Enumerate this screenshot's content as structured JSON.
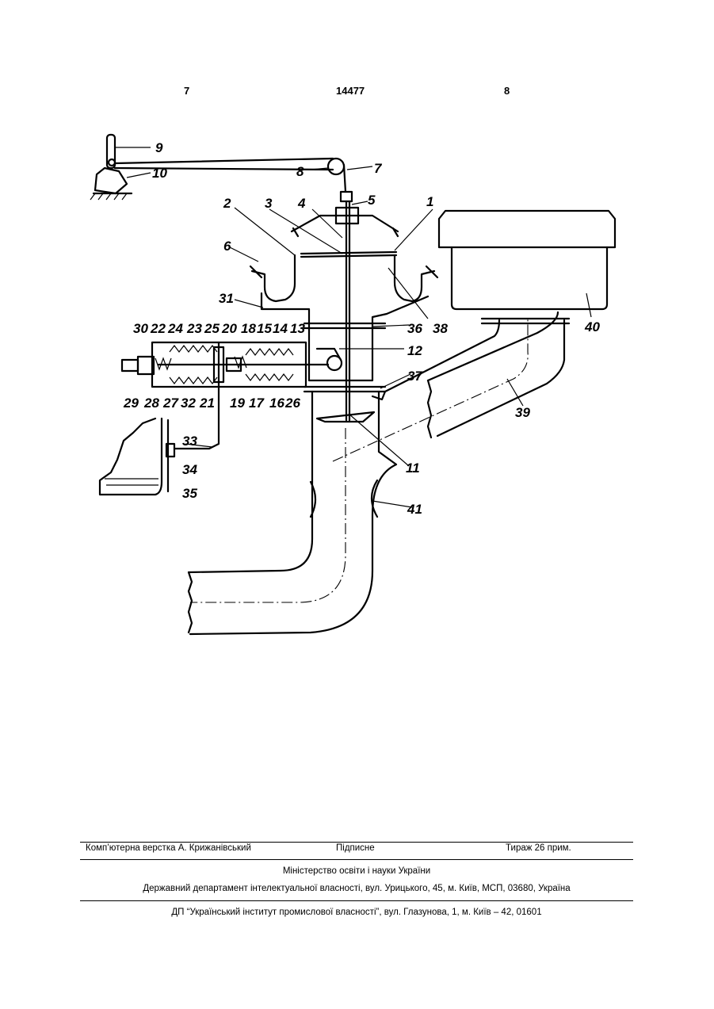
{
  "header": {
    "page_left": "7",
    "patent_number": "14477",
    "page_right": "8"
  },
  "figure": {
    "callouts": [
      "1",
      "2",
      "3",
      "4",
      "5",
      "6",
      "7",
      "8",
      "9",
      "10",
      "11",
      "12",
      "13",
      "14",
      "15",
      "16",
      "17",
      "18",
      "19",
      "20",
      "21",
      "22",
      "23",
      "24",
      "25",
      "26",
      "27",
      "28",
      "29",
      "30",
      "31",
      "32",
      "33",
      "34",
      "35",
      "36",
      "37",
      "38",
      "39",
      "40",
      "41"
    ]
  },
  "footer": {
    "typesetting": "Комп’ютерна верстка А. Крижанівський",
    "signed": "Підписне",
    "circulation": "Тираж 26 прим.",
    "ministry": "Міністерство освіти і науки України",
    "department": "Державний департамент інтелектуальної власності, вул. Урицького, 45, м. Київ, МСП, 03680, Україна",
    "institute": "ДП “Український інститут промислової власності”, вул. Глазунова, 1, м. Київ – 42, 01601"
  }
}
